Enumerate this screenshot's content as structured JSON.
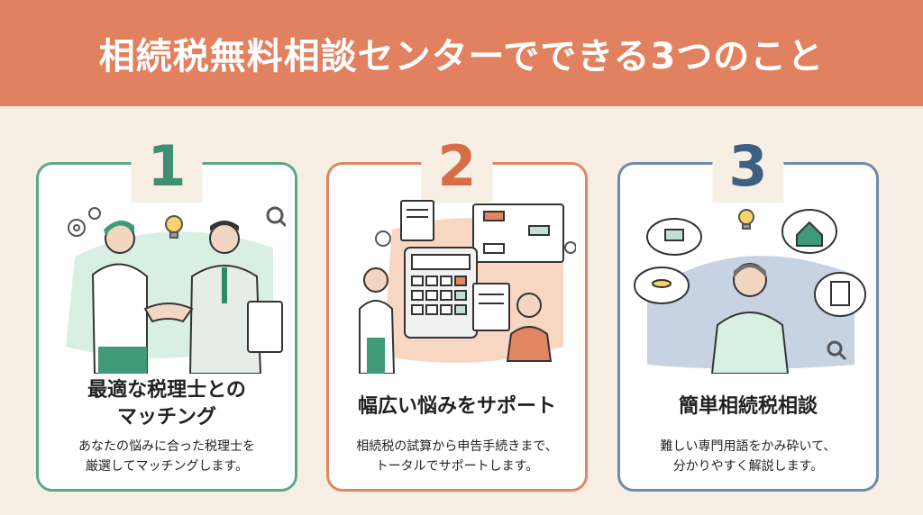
{
  "header": {
    "title": "相続税無料相談センターでできる3つのこと"
  },
  "cards": [
    {
      "number": "1",
      "title_lines": [
        "最適な税理士との",
        "マッチング"
      ],
      "desc_lines": [
        "あなたの悩みに合った税理士を",
        "厳選してマッチングします。"
      ]
    },
    {
      "number": "2",
      "title_lines": [
        "幅広い悩みをサポート"
      ],
      "desc_lines": [
        "相続税の試算から申告手続きまで、",
        "トータルでサポートします。"
      ]
    },
    {
      "number": "3",
      "title_lines": [
        "簡単相続税相談"
      ],
      "desc_lines": [
        "難しい専門用語をかみ砕いて、",
        "分かりやすく解説します。"
      ]
    }
  ],
  "colors": {
    "banner": "#e2815f",
    "background": "#f7efe3",
    "green": "#5aa88a",
    "orange": "#e08762",
    "navy": "#6f8aa8"
  },
  "icons": [
    "gear-icon",
    "lightbulb-icon",
    "magnifier-icon",
    "handshake-icon",
    "document-icon",
    "calculator-icon",
    "flowchart-icon",
    "house-icon",
    "coins-icon"
  ]
}
